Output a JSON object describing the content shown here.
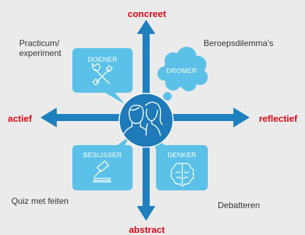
{
  "axes": {
    "top": "concreet",
    "bottom": "abstract",
    "left": "actief",
    "right": "reflectief"
  },
  "quadrant_activities": {
    "top_left": [
      "Practicum/",
      "experiment"
    ],
    "top_right": "Beroepsdilemma’s",
    "bottom_left": "Quiz met feiten",
    "bottom_right": "Debatteren"
  },
  "types": {
    "doener": {
      "label": "DOENER",
      "icon": "tools-icon"
    },
    "dromer": {
      "label": "DROMER",
      "icon": "thought-cloud"
    },
    "beslisser": {
      "label": "BESLISSER",
      "icon": "gavel-icon"
    },
    "denker": {
      "label": "DENKER",
      "icon": "brain-icon"
    }
  },
  "center": {
    "icon": "two-people-icon"
  },
  "colors": {
    "axis_blue": "#1f80bf",
    "box_blue": "#5bc1e8",
    "center_blue": "#1e7ab8",
    "label_red": "#e30613",
    "background": "#ebebeb"
  }
}
